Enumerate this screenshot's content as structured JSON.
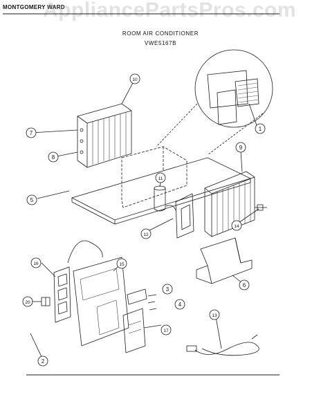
{
  "header": {
    "brand": "MONTGOMERY WARD",
    "watermark": "AppliancePartsPros.com",
    "title": "ROOM AIR CONDITIONER",
    "model": "VWE5167B"
  },
  "callouts": [
    {
      "label": "1"
    },
    {
      "label": "2"
    },
    {
      "label": "3"
    },
    {
      "label": "4"
    },
    {
      "label": "5"
    },
    {
      "label": "6"
    },
    {
      "label": "7"
    },
    {
      "label": "8"
    },
    {
      "label": "9"
    },
    {
      "label": "10"
    },
    {
      "label": "11"
    },
    {
      "label": "12"
    },
    {
      "label": "13"
    },
    {
      "label": "14"
    },
    {
      "label": "15"
    },
    {
      "label": "16"
    },
    {
      "label": "17"
    },
    {
      "label": "20"
    }
  ],
  "colors": {
    "ink": "#1a1a1a",
    "watermark": "#969696"
  }
}
